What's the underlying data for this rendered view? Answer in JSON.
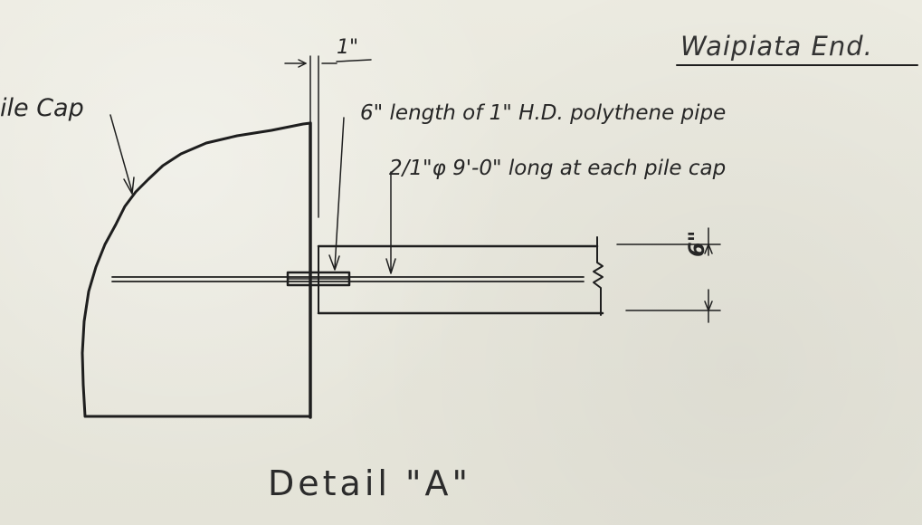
{
  "title_text": "Waipiata End.",
  "labels": {
    "pile_cap": "ile Cap",
    "gap_dim": "1\"",
    "pipe_note": "6\" length of 1\" H.D. polythene pipe",
    "bar_note": "2/1\"φ 9'-0\" long at each pile cap",
    "depth_dim": "6\""
  },
  "caption": "Detail \"A\""
}
